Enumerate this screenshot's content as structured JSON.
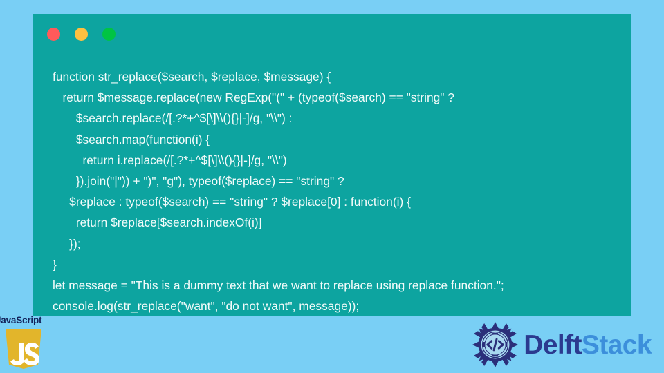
{
  "window": {
    "background_color": "#79CFF5",
    "panel_color": "#0DA4A0",
    "controls": [
      {
        "name": "close",
        "color": "#FF5A5A"
      },
      {
        "name": "minimize",
        "color": "#FFC03F"
      },
      {
        "name": "maximize",
        "color": "#00C443"
      }
    ]
  },
  "code": {
    "language": "JavaScript",
    "text_color": "#F2FBFA",
    "lines": [
      "function str_replace($search, $replace, $message) {",
      "   return $message.replace(new RegExp(\"(\" + (typeof($search) == \"string\" ?",
      "       $search.replace(/[.?*+^$[\\]\\\\(){}|-]/g, \"\\\\\") :",
      "       $search.map(function(i) {",
      "         return i.replace(/[.?*+^$[\\]\\\\(){}|-]/g, \"\\\\\")",
      "       }).join(\"|\")) + \")\", \"g\"), typeof($replace) == \"string\" ?",
      "     $replace : typeof($search) == \"string\" ? $replace[0] : function(i) {",
      "       return $replace[$search.indexOf(i)]",
      "     });",
      "}",
      "let message = \"This is a dummy text that we want to replace using replace function.\";",
      "console.log(str_replace(\"want\", \"do not want\", message));"
    ]
  },
  "js_badge": {
    "label": "JavaScript",
    "label_color": "#13235B",
    "shield_color": "#E2B52B",
    "glyph_color": "#FFFFFF"
  },
  "brand": {
    "name_part_one": "Delft",
    "name_part_two": "Stack",
    "color_part_one": "#2B3A8F",
    "color_part_two": "#3C8FDB",
    "mark_color": "#2B2F7A",
    "mark_glyph": "</>"
  }
}
